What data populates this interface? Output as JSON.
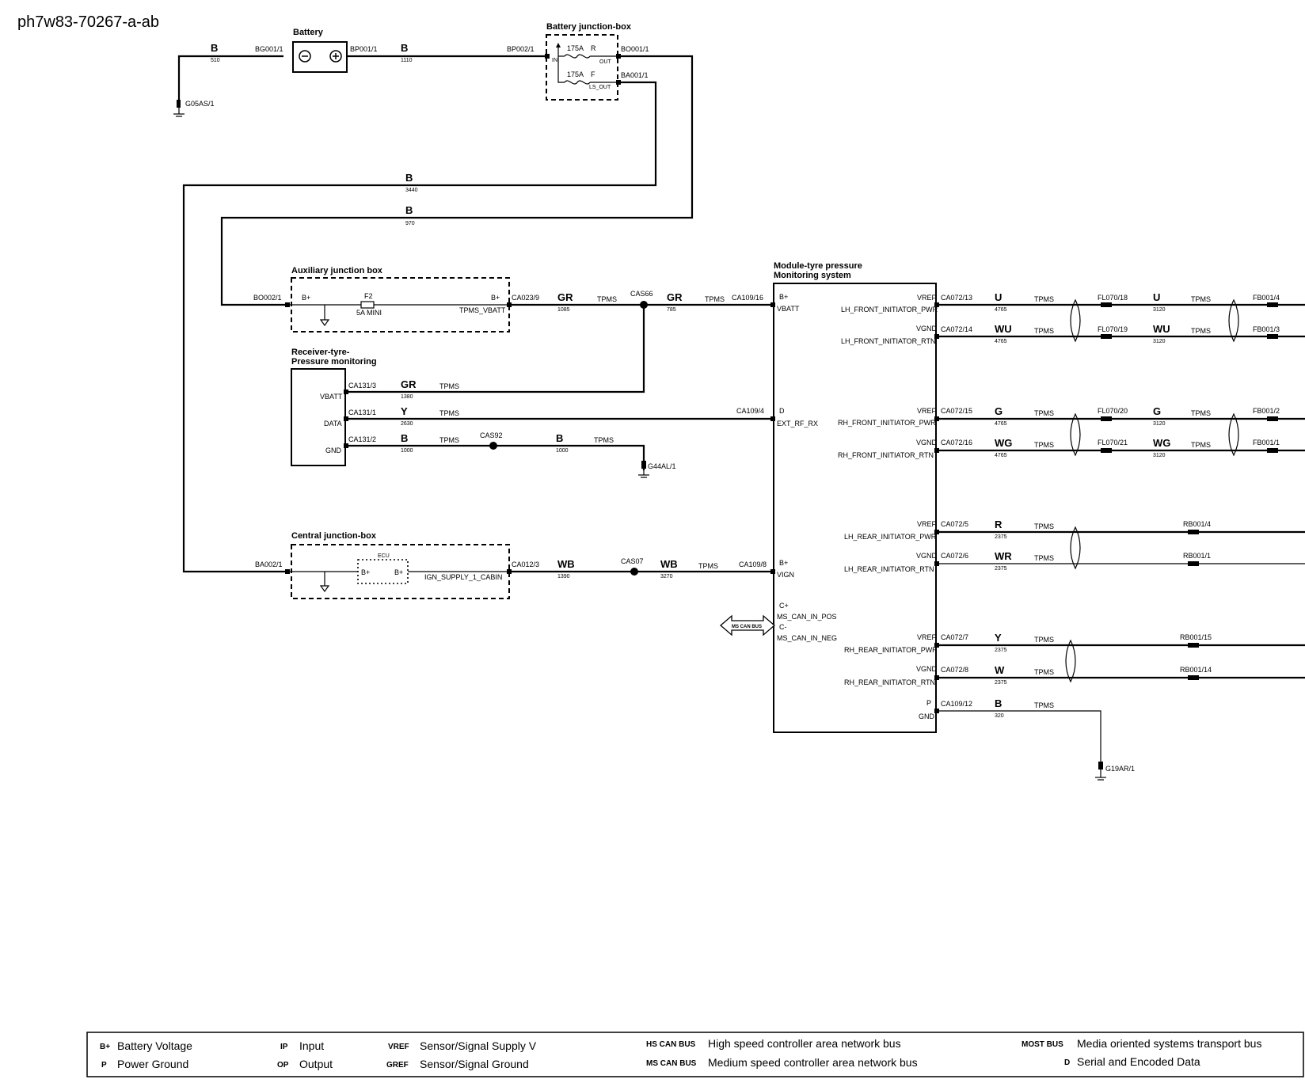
{
  "diagram_id": "ph7w83-70267-a-ab",
  "components": {
    "battery": "Battery",
    "bjb": "Battery junction-box",
    "ajb": "Auxiliary junction box",
    "rtpm": [
      "Receiver-tyre-",
      "Pressure monitoring"
    ],
    "cjb": "Central junction-box",
    "tpms_module": [
      "Module-tyre pressure",
      "Monitoring system"
    ],
    "ecu": "ECU"
  },
  "connectors": {
    "bg001_1": "BG001/1",
    "bp001_1": "BP001/1",
    "bp002_1": "BP002/1",
    "bo001_1": "BO001/1",
    "ba001_1": "BA001/1",
    "g05as_1": "G05AS/1",
    "bo002_1": "BO002/1",
    "ca023_9": "CA023/9",
    "cas66": "CAS66",
    "ca109_16": "CA109/16",
    "ca131_3": "CA131/3",
    "ca131_1": "CA131/1",
    "ca131_2": "CA131/2",
    "cas92": "CAS92",
    "g44al_1": "G44AL/1",
    "ca109_4": "CA109/4",
    "ba002_1": "BA002/1",
    "ca012_3": "CA012/3",
    "cas07": "CAS07",
    "ca109_8": "CA109/8",
    "ca072_13": "CA072/13",
    "ca072_14": "CA072/14",
    "ca072_15": "CA072/15",
    "ca072_16": "CA072/16",
    "ca072_5": "CA072/5",
    "ca072_6": "CA072/6",
    "ca072_7": "CA072/7",
    "ca072_8": "CA072/8",
    "ca109_12": "CA109/12",
    "g19ar_1": "G19AR/1",
    "fl070_18": "FL070/18",
    "fl070_19": "FL070/19",
    "fl070_20": "FL070/20",
    "fl070_21": "FL070/21",
    "fb001_4": "FB001/4",
    "fb001_3": "FB001/3",
    "fb001_2": "FB001/2",
    "fb001_1": "FB001/1",
    "rb001_4": "RB001/4",
    "rb001_1": "RB001/1",
    "rb001_15": "RB001/15",
    "rb001_14": "RB001/14"
  },
  "wires": {
    "b": "B",
    "gr": "GR",
    "y": "Y",
    "wb": "WB",
    "u": "U",
    "wu": "WU",
    "g": "G",
    "wg": "WG",
    "r": "R",
    "wr": "WR",
    "w": "W",
    "n510": "510",
    "n1110": "1110",
    "n3440": "3440",
    "n970": "970",
    "n1085": "1085",
    "n785": "785",
    "n1380": "1380",
    "n2630": "2630",
    "n1000a": "1000",
    "n1000b": "1000",
    "n1390": "1390",
    "n3270": "3270",
    "n4765a": "4765",
    "n4765b": "4765",
    "n4765c": "4765",
    "n4765d": "4765",
    "n3120a": "3120",
    "n3120b": "3120",
    "n3120c": "3120",
    "n3120d": "3120",
    "n2375a": "2375",
    "n2375b": "2375",
    "n2375c": "2375",
    "n2375d": "2375",
    "n320": "320"
  },
  "pins": {
    "in": "IN",
    "out": "OUT",
    "ls_out": "LS_OUT",
    "fuse1": "175A",
    "fuse1_tag": "R",
    "fuse2": "175A",
    "fuse2_tag": "F",
    "bplus": "B+",
    "f2": "F2",
    "f2_rating": "5A MINI",
    "tpms_vbatt": "TPMS_VBATT",
    "vbatt": "VBATT",
    "data": "DATA",
    "gnd": "GND",
    "d": "D",
    "ext_rf_rx": "EXT_RF_RX",
    "ign_supply": "IGN_SUPPLY_1_CABIN",
    "vign": "VIGN",
    "cplus": "C+",
    "cminus": "C-",
    "ms_can_pos": "MS_CAN_IN_POS",
    "ms_can_neg": "MS_CAN_IN_NEG",
    "ms_can_bus": "MS CAN BUS",
    "vref": "VREF",
    "vgnd": "VGND",
    "p": "P",
    "lh_front_pwr": "LH_FRONT_INITIATOR_PWR",
    "lh_front_rtn": "LH_FRONT_INITIATOR_RTN",
    "rh_front_pwr": "RH_FRONT_INITIATOR_PWR",
    "rh_front_rtn": "RH_FRONT_INITIATOR_RTN",
    "lh_rear_pwr": "LH_REAR_INITIATOR_PWR",
    "lh_rear_rtn": "LH_REAR_INITIATOR_RTN",
    "rh_rear_pwr": "RH_REAR_INITIATOR_PWR",
    "rh_rear_rtn": "RH_REAR_INITIATOR_RTN",
    "tpms": "TPMS"
  },
  "legend": {
    "items": [
      {
        "key": "B+",
        "desc": "Battery Voltage"
      },
      {
        "key": "P",
        "desc": "Power Ground"
      },
      {
        "key": "IP",
        "desc": "Input"
      },
      {
        "key": "OP",
        "desc": "Output"
      },
      {
        "key": "VREF",
        "desc": "Sensor/Signal Supply V"
      },
      {
        "key": "GREF",
        "desc": "Sensor/Signal Ground"
      },
      {
        "key": "HS CAN BUS",
        "desc": "High speed controller area network bus"
      },
      {
        "key": "MS CAN BUS",
        "desc": "Medium speed controller area network bus"
      },
      {
        "key": "MOST BUS",
        "desc": "Media oriented systems transport bus"
      },
      {
        "key": "D",
        "desc": "Serial and Encoded Data"
      }
    ]
  }
}
